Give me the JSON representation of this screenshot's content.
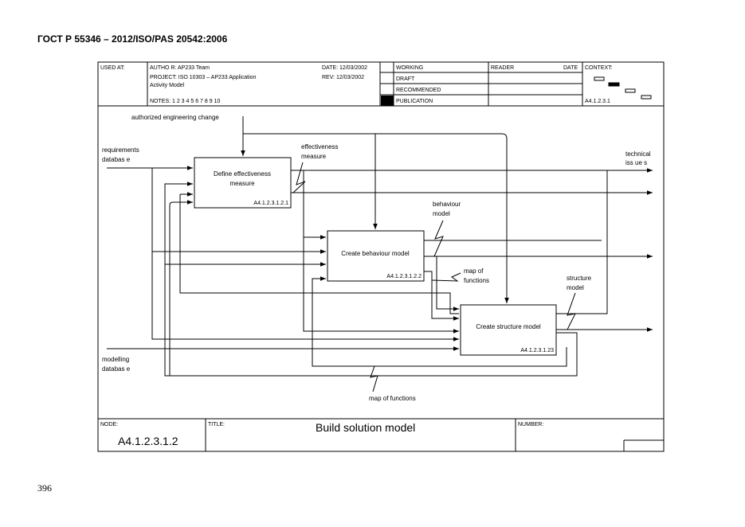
{
  "doc_header": "ГОСТ Р 55346 – 2012/ISO/PAS 20542:2006",
  "page_number": "396",
  "frame": {
    "used_at_label": "USED AT:",
    "author": "AUTHO R:  AP233 Team",
    "project_line1": "PROJECT:  ISO 10303 – AP233 Application",
    "project_line2": "Activity Model",
    "notes": "NOTES:  1  2  3  4  5  6  7  8  9  10",
    "date": "DATE:  12/03/2002",
    "rev": "REV:    12/03/2002",
    "status": [
      "WORKING",
      "DRAFT",
      "RECOMMENDED",
      "PUBLICATION"
    ],
    "reader_label": "READER",
    "reader_date_label": "DATE",
    "context_label": "CONTEXT:",
    "context_node": "A4.1.2.3.1",
    "node_label": "NODE:",
    "node_value": "A4.1.2.3.1.2",
    "title_label": "TITLE:",
    "title_value": "Build solution model",
    "number_label": "NUMBER:"
  },
  "boxes": [
    {
      "line1": "Define effectiveness",
      "line2": "measure",
      "node": "A4.1.2.3.1.2.1"
    },
    {
      "line1": "Create behaviour model",
      "line2": "",
      "node": "A4.1.2.3.1.2.2"
    },
    {
      "line1": "Create structure model",
      "line2": "",
      "node": "A4.1.2.3.1.23"
    }
  ],
  "arrow_labels": {
    "authorized_change": "authorized engineering change",
    "requirements_1": "requirements",
    "requirements_2": "databas e",
    "effectiveness_1": "effectiveness",
    "effectiveness_2": "measure",
    "technical_1": "technical",
    "technical_2": "iss ue s",
    "behaviour_1": "behaviour",
    "behaviour_2": "model",
    "map_1": "map of",
    "map_2": "functions",
    "structure_1": "structure",
    "structure_2": "model",
    "modelling_1": "modelling",
    "modelling_2": "databas e",
    "map_functions": "map  of functions"
  }
}
